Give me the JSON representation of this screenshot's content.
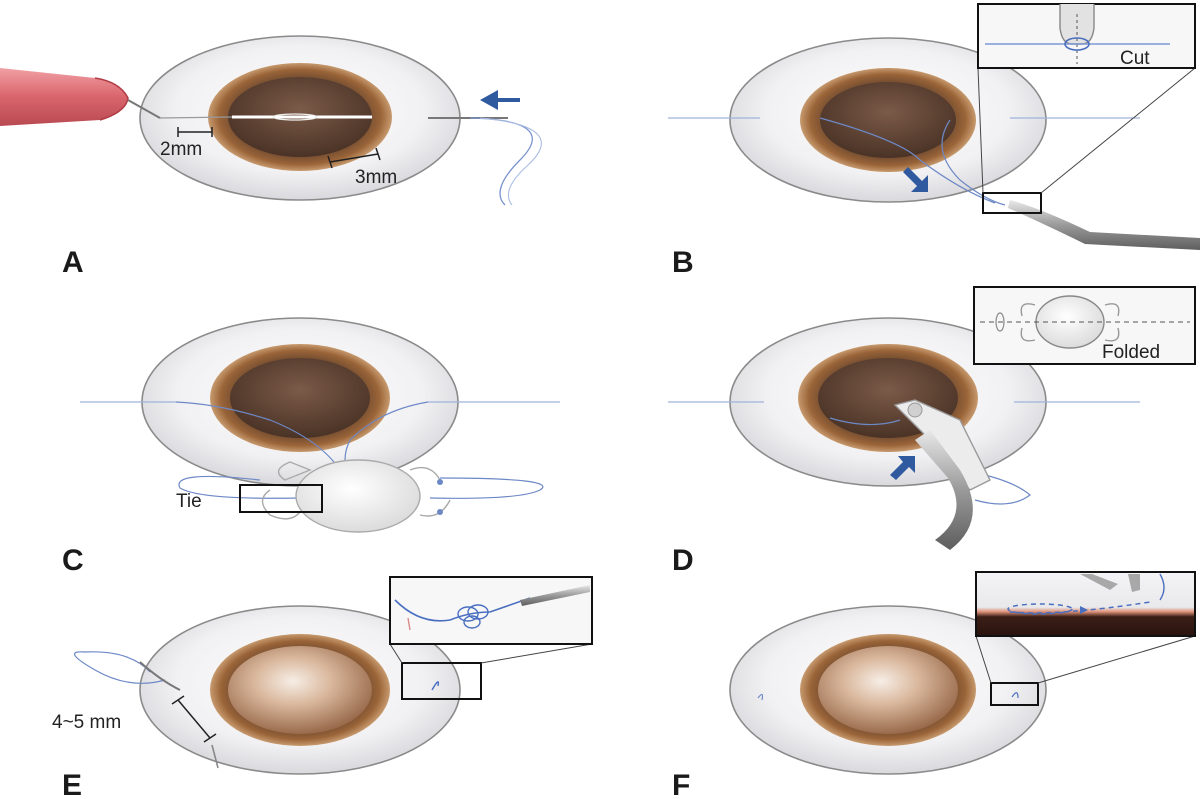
{
  "panels": {
    "a": {
      "letter": "A",
      "dim_2mm": "2mm",
      "dim_3mm": "3mm"
    },
    "b": {
      "letter": "B",
      "inset_label": "Cut"
    },
    "c": {
      "letter": "C",
      "tie_label": "Tie"
    },
    "d": {
      "letter": "D",
      "inset_label": "Folded"
    },
    "e": {
      "letter": "E",
      "dim_label": "4~5 mm"
    },
    "f": {
      "letter": "F"
    }
  },
  "colors": {
    "suture": "#4a6fc0",
    "arrow": "#2f5aa0",
    "iris": "#8a5a36",
    "sclera": "#f2f2f4",
    "instrument": "#8c8c8c"
  }
}
